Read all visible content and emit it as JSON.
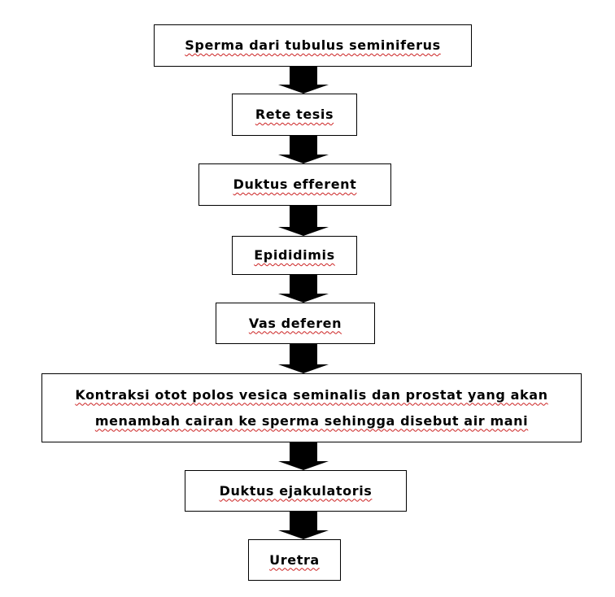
{
  "flow": {
    "steps": [
      "Sperma dari tubulus seminiferus",
      "Rete tesis",
      "Duktus efferent",
      "Epididimis",
      "Vas deferen",
      "Kontraksi otot polos vesica seminalis dan prostat yang akan menambah cairan ke sperma sehingga disebut air mani",
      "Duktus ejakulatoris",
      "Uretra"
    ]
  }
}
